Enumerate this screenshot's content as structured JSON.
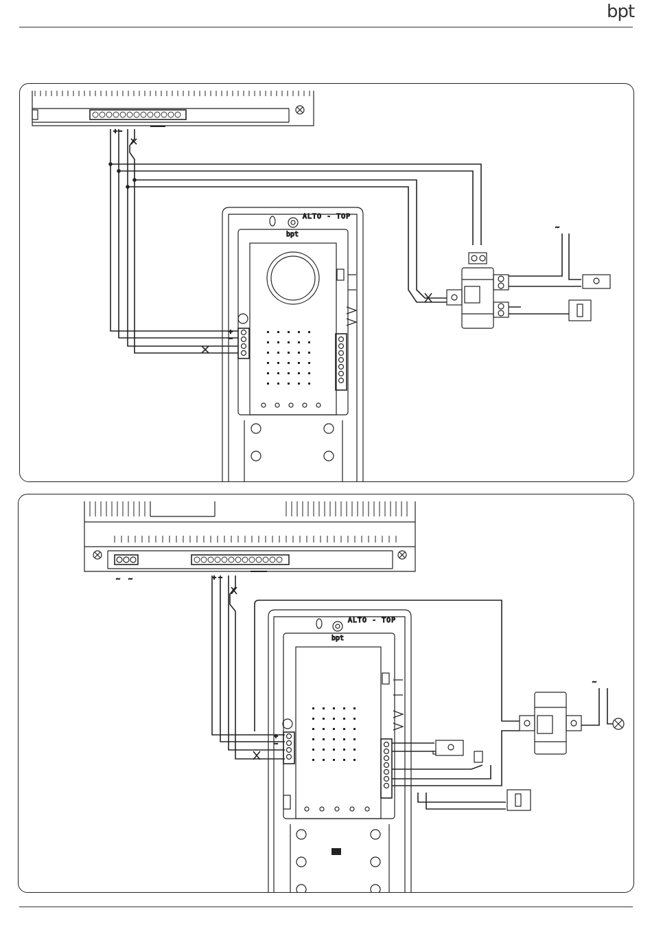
{
  "header": {
    "brand": "bpt"
  },
  "diagrams": [
    {
      "id": "diagram-1",
      "panel_label": "ALTO - TOP",
      "panel_logo": "bpt",
      "controller_terminal_labels": [
        "+",
        "−"
      ],
      "panel_terminal_labels": [
        "+",
        "−"
      ],
      "ac_symbol": "~",
      "devices": [
        "power-supply",
        "lock-release",
        "push-button"
      ]
    },
    {
      "id": "diagram-2",
      "panel_label": "ALTO - TOP",
      "panel_logo": "bpt",
      "controller_ac_labels": [
        "~",
        "~"
      ],
      "controller_terminal_labels": [
        "+",
        "−"
      ],
      "panel_terminal_labels": [
        "+",
        "−"
      ],
      "ac_symbol": "~",
      "devices": [
        "power-supply",
        "lamp",
        "lock-release",
        "switch",
        "push-button"
      ]
    }
  ],
  "colors": {
    "line": "#222222",
    "background": "#ffffff"
  }
}
